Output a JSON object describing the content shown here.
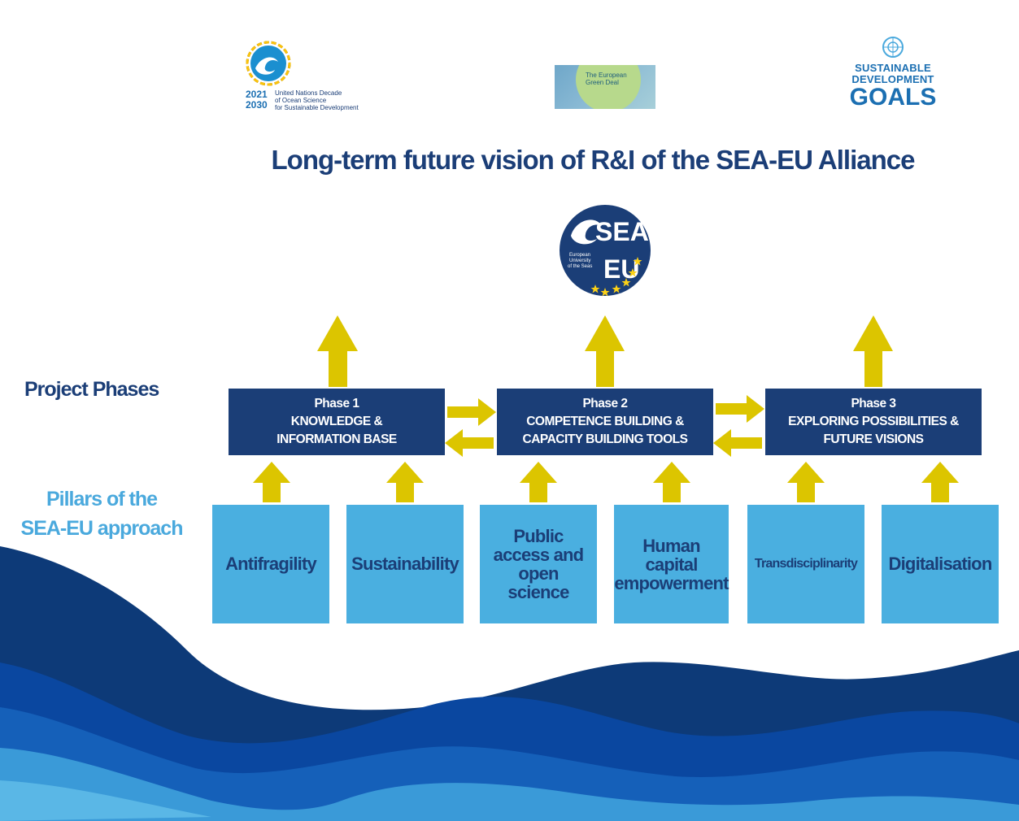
{
  "title": "Long-term future vision of R&I of the SEA-EU Alliance",
  "logos": {
    "ocean_decade": {
      "years": "2021\n2030",
      "text": "United Nations Decade\nof Ocean Science\nfor Sustainable Development"
    },
    "green_deal": {
      "text": "The European\nGreen Deal"
    },
    "sdg": {
      "line1": "SUSTAINABLE",
      "line2": "DEVELOPMENT",
      "line3": "GOALS"
    },
    "sea_eu": {
      "top": "SEA",
      "bottom": "EU",
      "caption": "European\nUniversity\nof the Seas"
    }
  },
  "labels": {
    "project_phases": "Project Phases",
    "pillars": "Pillars of the\nSEA-EU approach"
  },
  "phases": [
    {
      "title": "Phase 1",
      "text": "KNOWLEDGE &\nINFORMATION BASE"
    },
    {
      "title": "Phase 2",
      "text": "COMPETENCE BUILDING &\nCAPACITY BUILDING TOOLS"
    },
    {
      "title": "Phase 3",
      "text": "EXPLORING POSSIBILITIES &\nFUTURE VISIONS"
    }
  ],
  "pillars": [
    "Antifragility",
    "Sustainability",
    "Public\naccess and\nopen\nscience",
    "Human\ncapital\nempowerment",
    "Transdisciplinarity",
    "Digitalisation"
  ],
  "colors": {
    "navy": "#1b3e77",
    "light_blue": "#4aafe0",
    "arrow_yellow": "#dcc500",
    "wave_dark": "#0d3a78",
    "wave_mid": "#0f55a8",
    "wave_light": "#4aaee0"
  }
}
